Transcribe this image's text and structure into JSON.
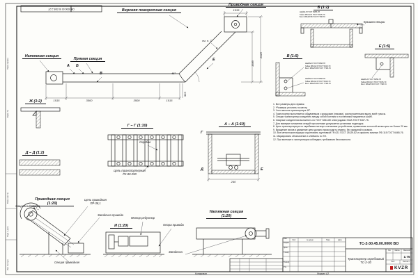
{
  "colors": {
    "line": "#1f1f1f",
    "accent": "#c01818",
    "paper": "#fdfdfa"
  },
  "stamp": {
    "code": "ОВ 0000.00 50.30Е-2-2Т"
  },
  "margin": {
    "rot1": "Инв. № подл.",
    "rot2": "Подп. и дата",
    "rot3": "Взам. инв. №",
    "rot4": "Справ. №",
    "rot5": "Перв. примен."
  },
  "labels": {
    "upper_turn": "Верхняя поворотная секция",
    "drive_top": "Приводная секция",
    "tension_top": "Натяжная секция",
    "straight": "Прямая секция",
    "see_note": "см. п. 7",
    "cover": "Крышка секции",
    "scraper": "Скребок",
    "chain": "Цепь транспортерная\nР2-80-290",
    "drive_chain": "Цепь приводная\nПР-38,1",
    "casing": "Защитный кожух",
    "drive_sprocket": "Звездочка привода",
    "motor": "Мотор редуктор",
    "support": "Опора привода",
    "sprocket": "Звездочка",
    "drive_section_bottom": "Секция приводная"
  },
  "view_titles": {
    "b": "Б (1:2)",
    "v": "В (1:5)",
    "e": "Е (1:5)",
    "zh": "Ж (1:2)",
    "gg": "Г – Г (1:10)",
    "dd": "Д – Д (1:2)",
    "aa": "А – А (1:10)",
    "i": "И (1:20)",
    "drive_section": "Приводная секция\n(1:20)",
    "tension_section": "Натяжная секция\n(1:20)"
  },
  "markers": {
    "a": "А",
    "b": "Б",
    "v": "В",
    "g": "Г",
    "d": "Д",
    "e": "Е"
  },
  "dims": {
    "s1": "1515",
    "s2": "3500",
    "s3": "3500",
    "s4": "1515",
    "h1": "2625",
    "h2": "1585",
    "h3": "963",
    "w1": "1535",
    "angle": "45°",
    "w2": "240"
  },
  "hardware": {
    "spec": "Шайба 8 ГОСТ 6958-78\nГайка М8-6Н.5 ГОСТ 5915-70\nБолт М8х25.58 ГОСТ 7798-70"
  },
  "notes": {
    "text": "1. Все размеры для справок.\n2. *Размеры уточнять по месту.\n3. Угол наклона транспортера 45°.\n4. Транспортер выполняется обдуваемым с крышками (люками), расположенными вдоль всей трассы.\n5. Секции транспортера соединять между собой болтами с постановкой пружинных шайб.\n6. Сварные соединения выполнять по ГОСТ 5264-80 электродами Э42А ГОСТ 9467-75.\n7. Для выверки положения секций при монтаже допускается установка подкладок.\n8. Цепь транспортерную со скребками натянуть натяжным устройством; провисание холостой ветви цепи не более 20 мм.\n9. Вращение валов и движение цепи должно происходить плавно, без заеданий и рывков.\n10. Все металлоконструкции огрунтовать грунтовкой ГФ-021 ГОСТ 25129-82 и окрасить эмалью ПФ-115 ГОСТ 6465-76.\n11. Маркировать обозначение и клеймить по ТИ.\n12. При монтаже и эксплуатации соблюдать требования безопасности."
  },
  "title_block": {
    "doc_no": "ТС-2-30.45.00.0000 ВО",
    "name": "Транспортер скребковый\nТС-2-30",
    "lit": "Лит.",
    "mass": "Масса",
    "scale_label": "Масштаб",
    "scale": "1:75",
    "sheet": "Лист",
    "sheets": "Листов 1",
    "izm": "Изм.",
    "list": "Лист",
    "doc": "№ докум.",
    "podp": "Подп.",
    "date": "Дата",
    "razrab": "Разраб.",
    "prov": "Пров.",
    "tkontr": "Т.контр.",
    "nkontr": "Н.контр.",
    "utv": "Утв.",
    "logo": "KVZR"
  },
  "footer": {
    "kopiroval": "Копировал",
    "format": "Формат А2"
  }
}
